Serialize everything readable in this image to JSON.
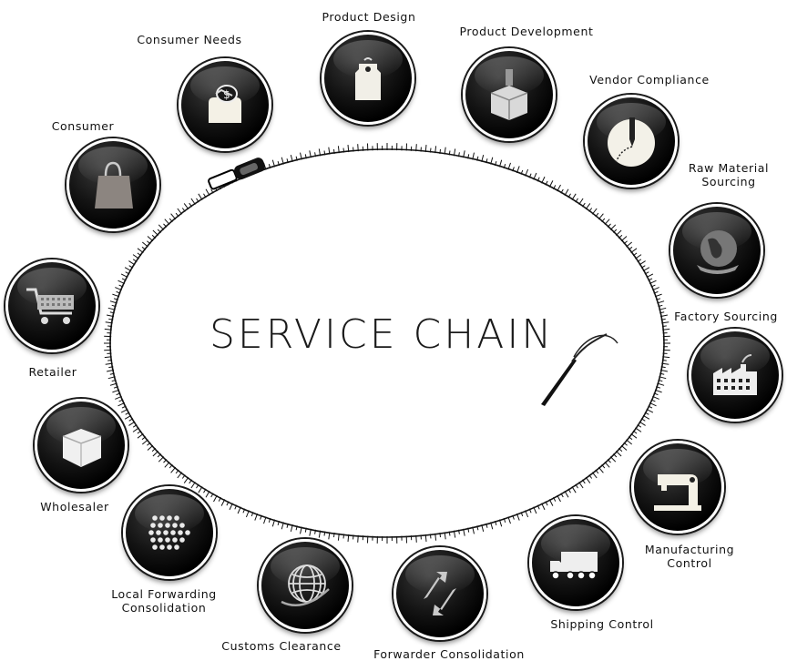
{
  "center_title": "SERVICE CHAIN",
  "stages": [
    {
      "id": "consumer-needs",
      "icon": "money-bag-icon",
      "label_lines": [
        "Consumer Needs"
      ]
    },
    {
      "id": "product-design",
      "icon": "price-tag-icon",
      "label_lines": [
        "Product Design"
      ]
    },
    {
      "id": "product-development",
      "icon": "box-with-arrow-icon",
      "label_lines": [
        "Product Development"
      ]
    },
    {
      "id": "vendor-compliance",
      "icon": "sewing-needle-icon",
      "label_lines": [
        "Vendor Compliance"
      ]
    },
    {
      "id": "raw-material-sourcing",
      "icon": "globe-icon",
      "label_lines": [
        "Raw Material",
        "Sourcing"
      ]
    },
    {
      "id": "factory-sourcing",
      "icon": "factory-icon",
      "label_lines": [
        "Factory Sourcing"
      ]
    },
    {
      "id": "manufacturing-control",
      "icon": "sewing-machine-icon",
      "label_lines": [
        "Manufacturing",
        "Control"
      ]
    },
    {
      "id": "shipping-control",
      "icon": "truck-icon",
      "label_lines": [
        "Shipping Control"
      ]
    },
    {
      "id": "forwarder-consolidation",
      "icon": "recycle-arrows-icon",
      "label_lines": [
        "Forwarder Consolidation"
      ]
    },
    {
      "id": "customs-clearance",
      "icon": "wire-globe-icon",
      "label_lines": [
        "Customs Clearance"
      ]
    },
    {
      "id": "local-forwarding-consolidation",
      "icon": "dotted-arrow-icon",
      "label_lines": [
        "Local Forwarding",
        "Consolidation"
      ]
    },
    {
      "id": "wholesaler",
      "icon": "carton-box-icon",
      "label_lines": [
        "Wholesaler"
      ]
    },
    {
      "id": "retailer",
      "icon": "shopping-cart-icon",
      "label_lines": [
        "Retailer"
      ]
    },
    {
      "id": "consumer",
      "icon": "shopping-bag-icon",
      "label_lines": [
        "Consumer"
      ]
    }
  ]
}
